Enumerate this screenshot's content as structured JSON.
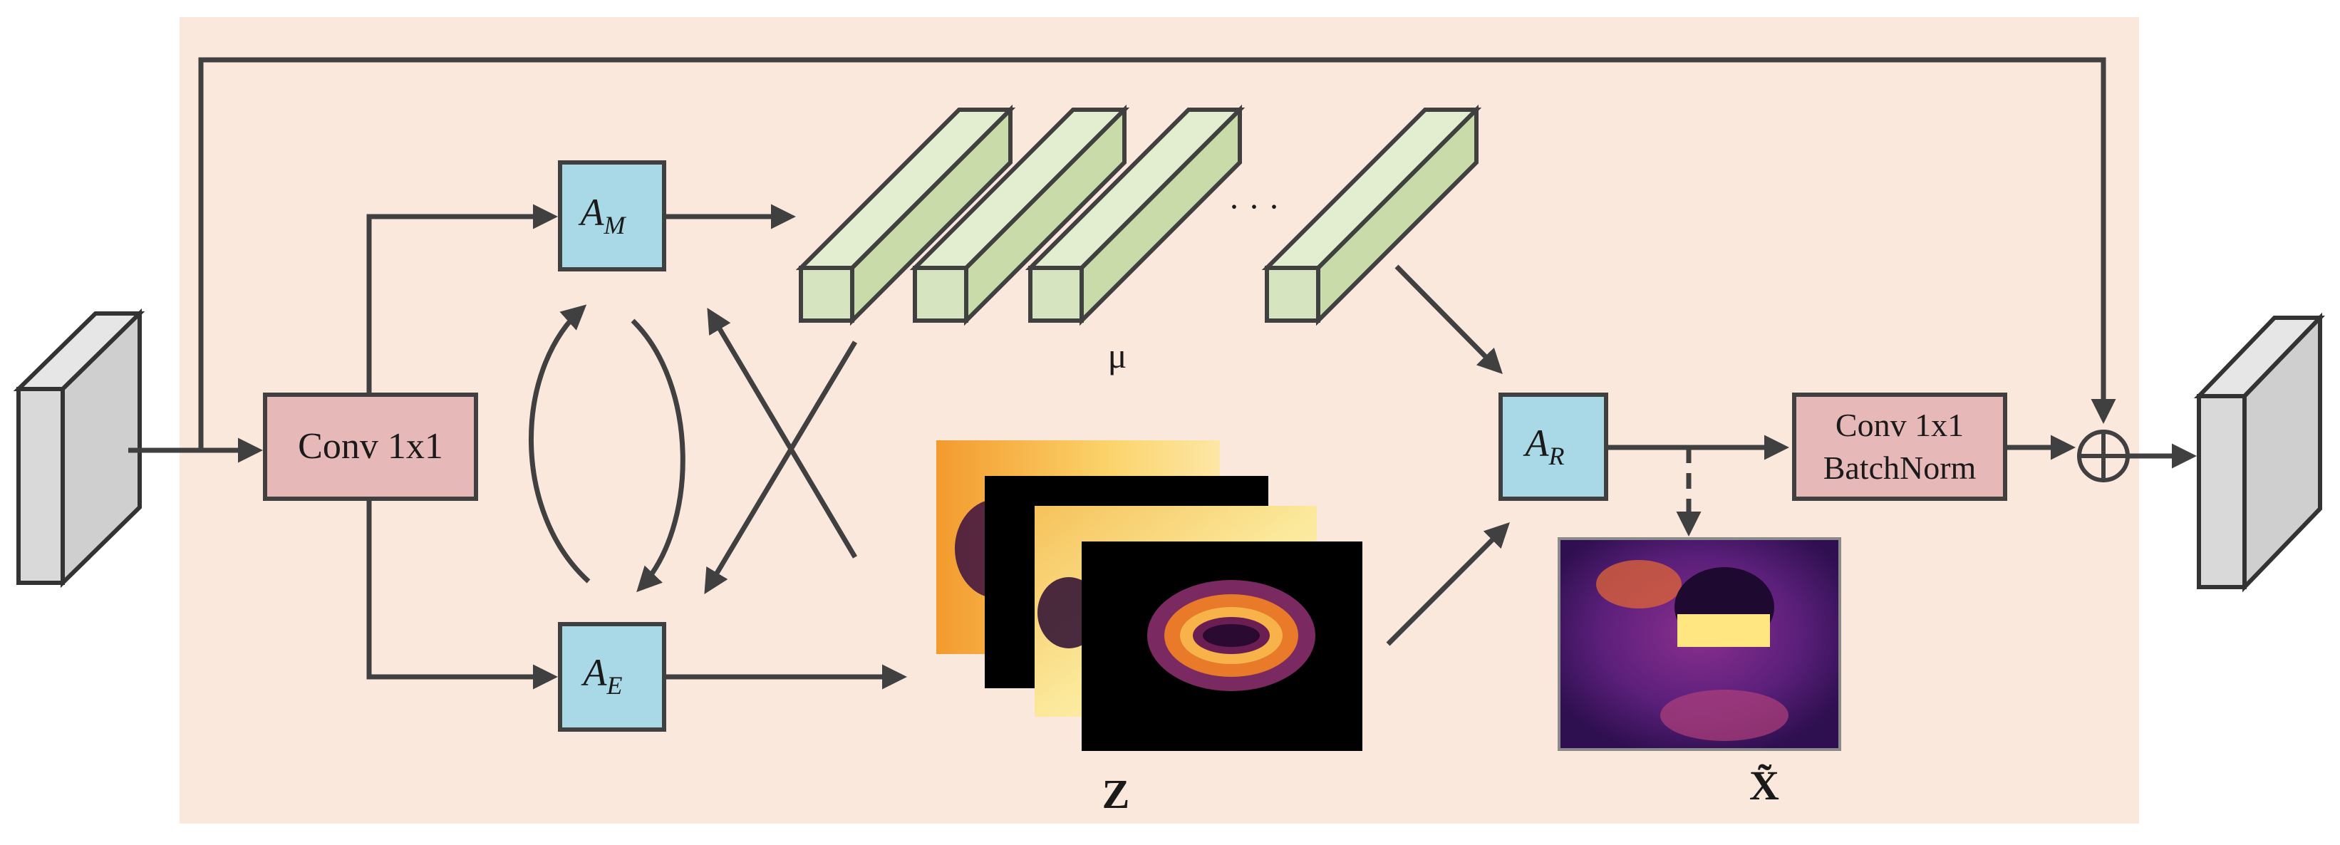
{
  "diagram": {
    "conv_block_label": "Conv 1x1",
    "output_block_line1": "Conv 1x1",
    "output_block_line2": "BatchNorm",
    "am_symbol": "A",
    "am_subscript": "M",
    "ae_symbol": "A",
    "ae_subscript": "E",
    "ar_symbol": "A",
    "ar_subscript": "R",
    "mu_label": "μ",
    "ellipsis": "· · ·",
    "z_label": "Z",
    "x_tilde_label": "X̃",
    "sum_symbol": "⊕"
  },
  "colors": {
    "background_panel": "#fbe8dc",
    "conv_box": "#e6b8b8",
    "attention_box": "#a9d8e6",
    "prototype_bar": "#d6e4bf",
    "feature_block": "#d9d9d9",
    "arrow": "#404040"
  }
}
